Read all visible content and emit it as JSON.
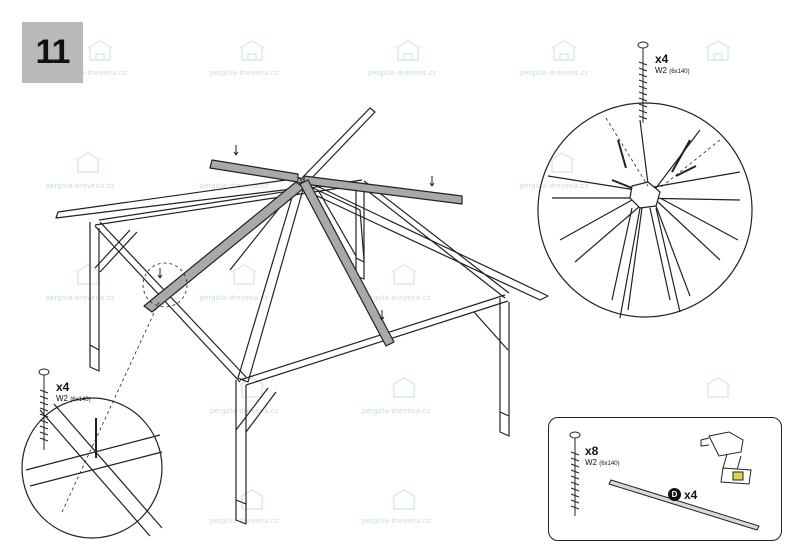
{
  "step": {
    "number": "11"
  },
  "watermark": {
    "text": "pergola-drevena.cz"
  },
  "callout_top": {
    "qty": "x4",
    "code": "W2",
    "size": "(6x140)"
  },
  "callout_left": {
    "qty": "x4",
    "code": "W2",
    "size": "(6x140)"
  },
  "kit": {
    "screws": {
      "qty": "x8",
      "code": "W2",
      "size": "(6x140)"
    },
    "part": {
      "letter": "D",
      "qty": "x4"
    }
  },
  "colors": {
    "badge_bg": "#b9b9b9",
    "line": "#222222",
    "rafter_fill": "#a9a9a9",
    "watermark": "#bfe3c7"
  }
}
